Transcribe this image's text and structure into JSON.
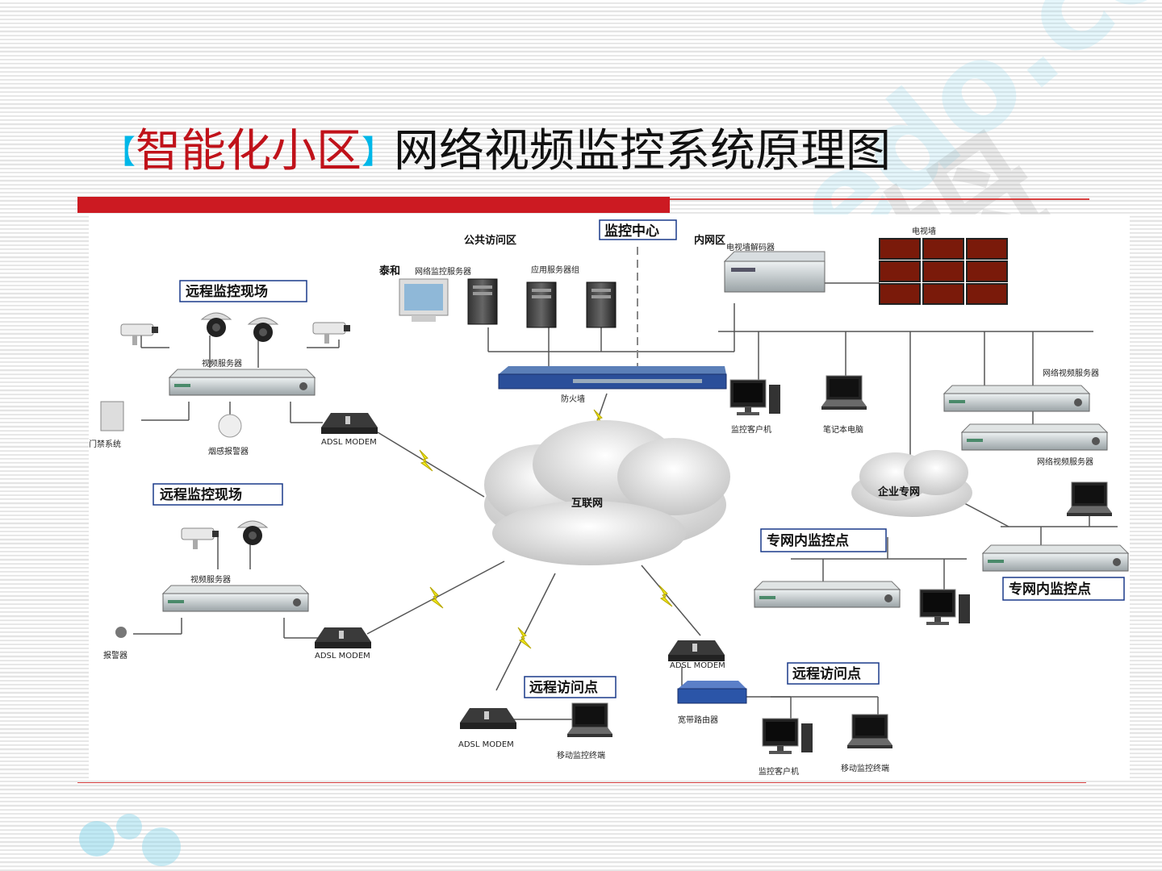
{
  "title": {
    "bracket_open": "【",
    "highlight": "智能化小区",
    "bracket_close": "】",
    "main": "网络视频监控系统原理图"
  },
  "watermark": {
    "latin": "homedo.com",
    "cjk": "阿姆波"
  },
  "colors": {
    "accent_red": "#cc1a22",
    "bracket_cyan": "#00b7e8"
  },
  "diagram": {
    "zones": {
      "public_access": "公共访问区",
      "monitor_center": "监控中心",
      "intranet": "内网区"
    },
    "site_labels": {
      "remote_site_1": "远程监控现场",
      "remote_site_2": "远程监控现场",
      "remote_access_1": "远程访问点",
      "remote_access_2": "远程访问点",
      "private_point_1": "专网内监控点",
      "private_point_2": "专网内监控点"
    },
    "clouds": {
      "internet": "互联网",
      "enterprise": "企业专网"
    },
    "devices": {
      "taihe": "泰和",
      "net_server": "网络监控服务器",
      "app_server": "应用服务器组",
      "tv_wall": "电视墙",
      "tv_decoder": "电视墙解码器",
      "firewall": "防火墙",
      "monitor_client": "监控客户机",
      "laptop": "笔记本电脑",
      "net_video_server_1": "网络视频服务器",
      "net_video_server_2": "网络视频服务器",
      "video_server_1": "视频服务器",
      "video_server_2": "视频服务器",
      "door": "门禁系统",
      "smoke": "烟感报警器",
      "adsl_1": "ADSL MODEM",
      "adsl_2": "ADSL MODEM",
      "adsl_3": "ADSL MODEM",
      "adsl_4": "ADSL MODEM",
      "alarm": "报警器",
      "mobile_1": "移动监控终端",
      "mobile_2": "移动监控终端",
      "router": "宽带路由器",
      "client_2": "监控客户机"
    }
  }
}
